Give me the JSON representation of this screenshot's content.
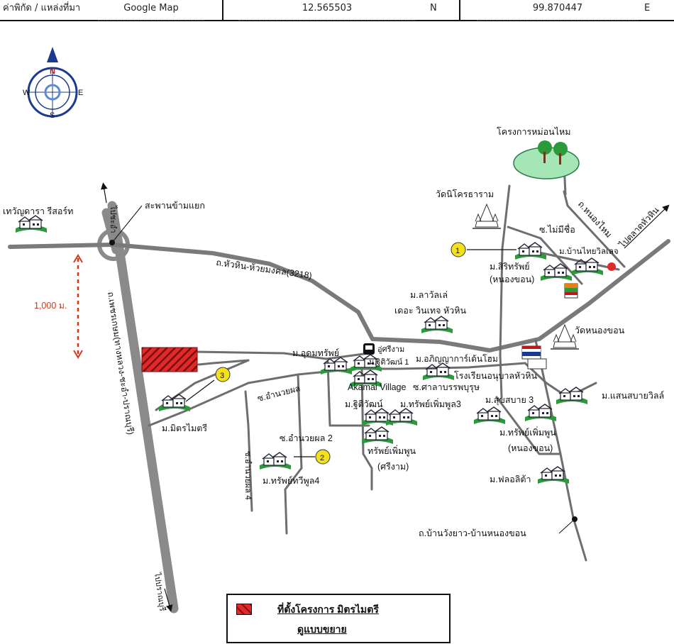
{
  "header": {
    "coordinate_label": "ค่าพิกัด / แหล่งที่มา",
    "source": "Google Map",
    "latitude": "12.565503",
    "lat_dir": "N",
    "longitude": "99.870447",
    "lon_dir": "E"
  },
  "compass": {
    "n": "N",
    "s": "S",
    "e": "E",
    "w": "W"
  },
  "distance_label": "1,000 ม.",
  "legend": {
    "title": "ที่ตั้งโครงการ มิตรไมตรี",
    "subtitle": "ดูแบบขยาย"
  },
  "markers": [
    "1",
    "2",
    "3"
  ],
  "labels": {
    "resort": "เทวัญดารา รีสอร์ท",
    "cha_am": "ไปชะอำ",
    "flyover": "สะพานข้ามแยก",
    "hwy4": "ถ.เพชรเกษม(ทางหลวง-ชะอำ-ปราณบุรี)",
    "pranburi": "ไปปราณบุรี",
    "road3218": "ถ.หัวหิน-ห้วยมงคล(3218)",
    "lake_project": "โครงการหม่อนไหม",
    "wat_nikhot": "วัดนิโครธาราม",
    "soi_maimichue": "ซ.ไม่มีชื่อ",
    "nong_hoi_mai": "ถ.หนองไหม",
    "to_market": "ไปตลาดหัวหิน",
    "ban_thai_villa": "ม.บ้านไทยวิลเลจ",
    "siri_sap": "ม.สิริทรัพย์",
    "nong_khon_1": "(หนองขอน)",
    "lawanle": "ม.ลาวัลเล่",
    "the_vintage": "เดอะ วินเทจ หัวหิน",
    "wat_nong_khon": "วัดหนองขอน",
    "u_dom_sap": "ม.อุดมทรัพย์",
    "u_sri_ngam": "อู่ศรีงาม",
    "thitiwat_1": "ม.ฐิติวัฒน์ 1",
    "aphinya_home": "ม.อภิญญาการ์เด้นโฮม",
    "akamai": "Akamai Village",
    "sala_banphaburut": "ซ.ศาลาบรรพบุรุษ",
    "anuban_school": "โรงเรียนอนุบาลหัวหิน",
    "saen_sabai": "ม.แสนสบายวิลล์",
    "amnuay_phon": "ซ.อำนวยผล",
    "thitiwat": "ม.ฐิติวัฒน์",
    "sap_phoemphun3": "ม.ทรัพย์เพิ่มพูล3",
    "suk_sabai3": "ม.สุขสบาย 3",
    "mit_maitri": "ม.มิตรไมตรี",
    "amnuay_phon2": "ซ.อำนวยผล 2",
    "sap_phoemphun_sri": "ทรัพย์เพิ่มพูน",
    "sri_ngam": "(ศรีงาม)",
    "sap_phoemphun_nong": "ม.ทรัพย์เพิ่มพูน",
    "nong_khon_2": "(หนองขอน)",
    "amnuay_phon4": "ซ.อำนวยผล 4",
    "sap_thawiphun4": "ม.ทรัพย์ทวีพูล4",
    "floralita": "ม.ฟลอลิต้า",
    "wang_yao_road": "ถ.บ้านวังยาว-บ้านหนองขอน"
  },
  "colors": {
    "highway": "#8a8a8a",
    "road": "#6e6e6e",
    "project_red": "#e02a2a",
    "marker_yellow": "#f4e11b",
    "lake": "#a5e6b6",
    "distance_red": "#d03a1a",
    "compass_blue": "#1a3a8f"
  }
}
